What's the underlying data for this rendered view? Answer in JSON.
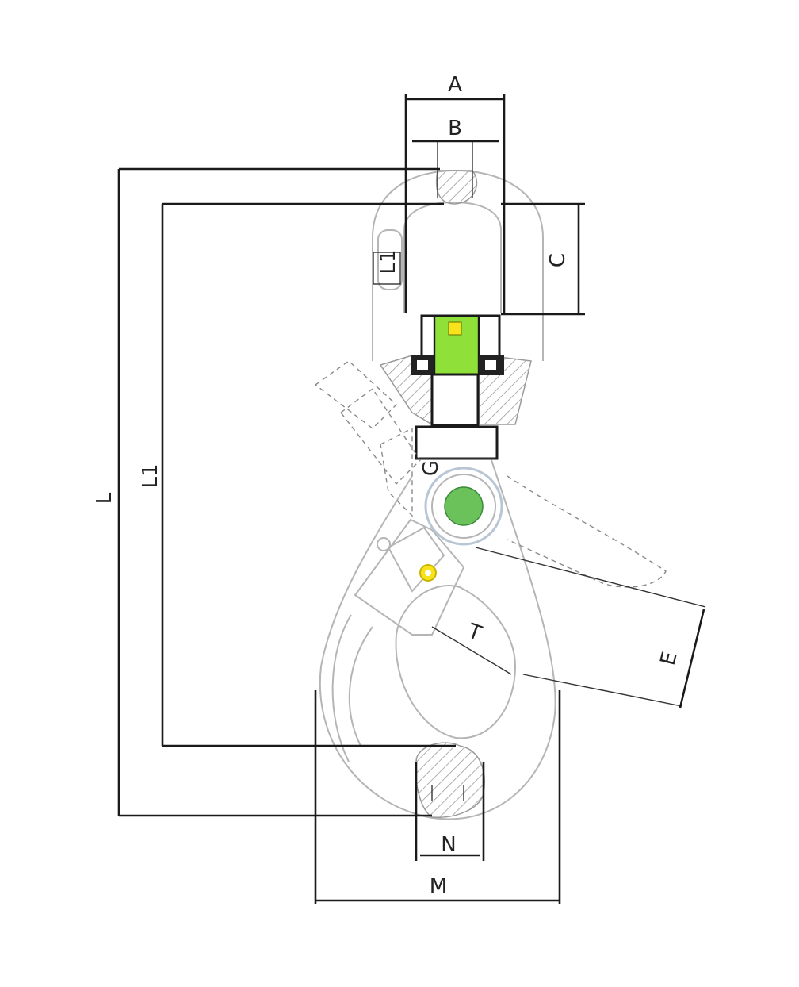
{
  "labels": {
    "A": "A",
    "B": "B",
    "C": "C",
    "E": "E",
    "G": "G",
    "L": "L",
    "L1": "L1",
    "L1_side": "L1",
    "M": "M",
    "N": "N",
    "T": "T"
  },
  "colors": {
    "swivel_pin": "#8fe038",
    "latch_pin": "#f7e21b",
    "hook_pin": "#6cc25a",
    "pin_ring": "#b8c6d4",
    "hatch": "#9a9a9a"
  }
}
